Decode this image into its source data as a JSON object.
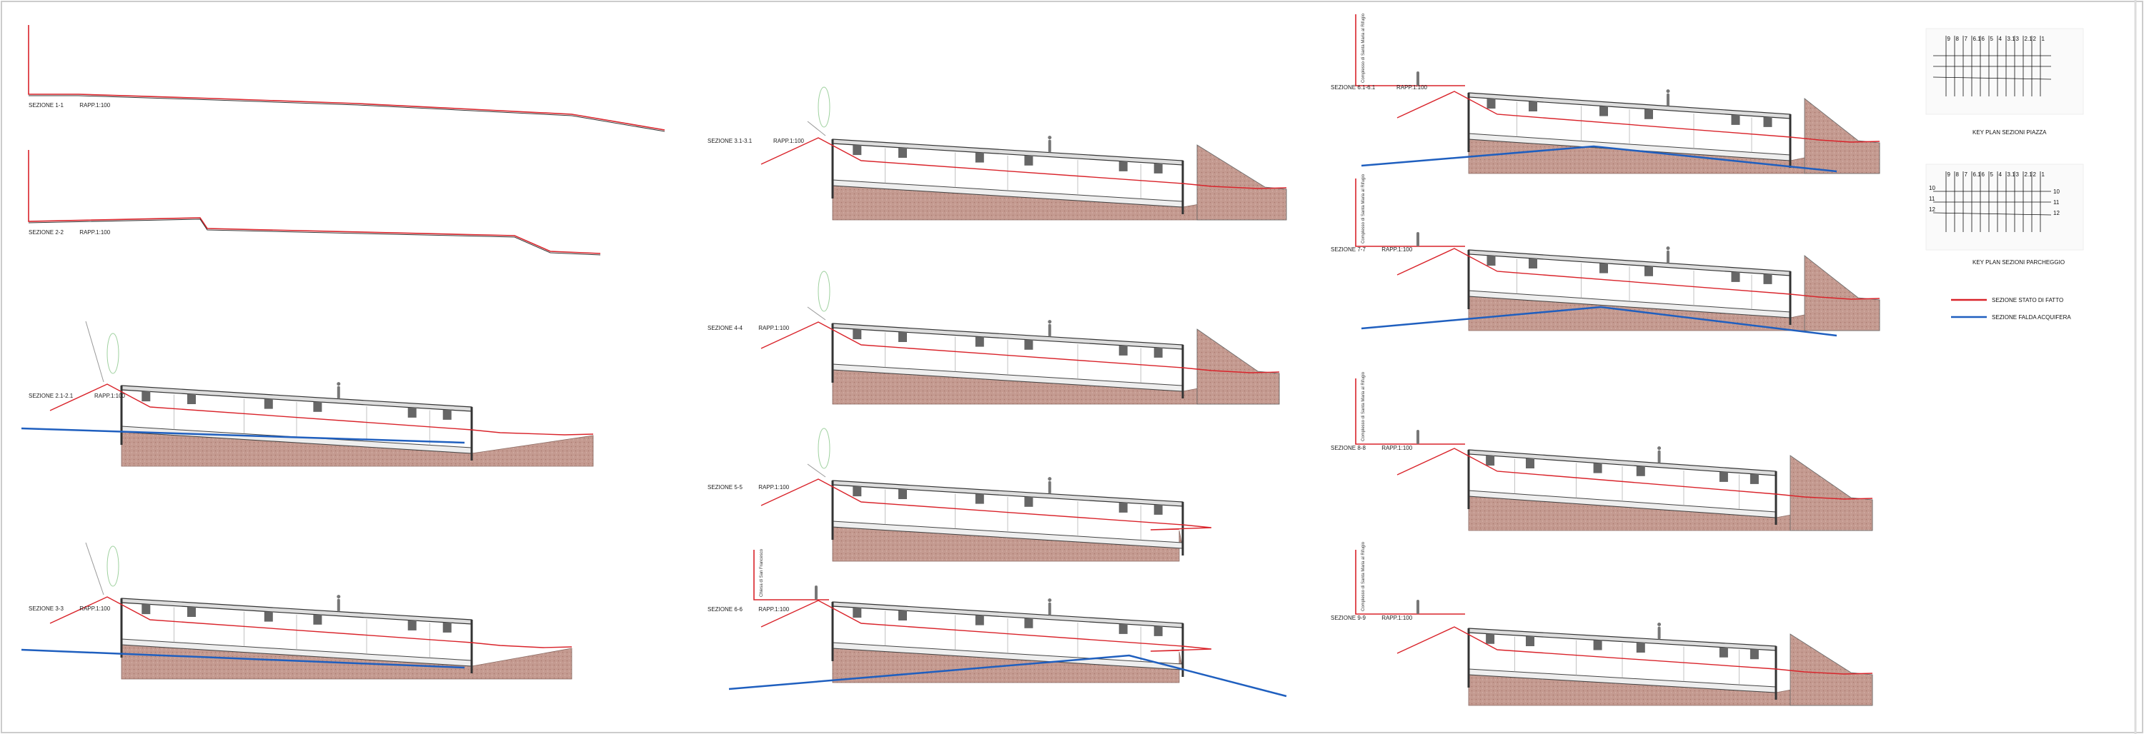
{
  "sheet": {
    "sections": [
      {
        "id": "1-1",
        "title": "SEZIONE 1-1",
        "scale": "RAPP.1:100"
      },
      {
        "id": "2-2",
        "title": "SEZIONE 2-2",
        "scale": "RAPP.1:100"
      },
      {
        "id": "2.1-2.1",
        "title": "SEZIONE 2.1-2.1",
        "scale": "RAPP.1:100"
      },
      {
        "id": "3-3",
        "title": "SEZIONE 3-3",
        "scale": "RAPP.1:100"
      },
      {
        "id": "3.1-3.1",
        "title": "SEZIONE 3.1-3.1",
        "scale": "RAPP.1:100"
      },
      {
        "id": "4-4",
        "title": "SEZIONE 4-4",
        "scale": "RAPP.1:100"
      },
      {
        "id": "5-5",
        "title": "SEZIONE 5-5",
        "scale": "RAPP.1:100"
      },
      {
        "id": "6-6",
        "title": "SEZIONE 6-6",
        "scale": "RAPP.1:100",
        "building_label": "Chiesa di San Francesco"
      },
      {
        "id": "6.1-6.1",
        "title": "SEZIONE 6.1-6.1",
        "scale": "RAPP.1:100",
        "building_label": "Complesso di Santa Maria al Rifugio"
      },
      {
        "id": "7-7",
        "title": "SEZIONE 7-7",
        "scale": "RAPP.1:100",
        "building_label": "Complesso di Santa Maria al Rifugio"
      },
      {
        "id": "8-8",
        "title": "SEZIONE 8-8",
        "scale": "RAPP.1:100",
        "building_label": "Complesso di Santa Maria al Rifugio"
      },
      {
        "id": "9-9",
        "title": "SEZIONE 9-9",
        "scale": "RAPP.1:100",
        "building_label": "Complesso di Santa Maria al Rifugio"
      }
    ],
    "key_plans": [
      {
        "title": "KEY PLAN SEZIONI PIAZZA",
        "cut_labels": [
          "1",
          "2",
          "2.1",
          "3",
          "3.1",
          "4",
          "5",
          "6",
          "6.1",
          "7",
          "8",
          "9"
        ]
      },
      {
        "title": "KEY PLAN SEZIONI PARCHEGGIO",
        "cut_labels": [
          "1",
          "2",
          "2.1",
          "3",
          "3.1",
          "4",
          "5",
          "6",
          "6.1",
          "7",
          "8",
          "9"
        ],
        "row_labels": [
          "10",
          "11",
          "12"
        ]
      }
    ],
    "legend": [
      {
        "label": "SEZIONE STATO DI FATTO",
        "color": "#d9232a"
      },
      {
        "label": "SEZIONE FALDA ACQUIFERA",
        "color": "#1f5fbf"
      }
    ],
    "colors": {
      "ground": "#b88a80",
      "structure": "#555555",
      "existing": "#d9232a",
      "aquifer": "#1f5fbf",
      "tree": "#9fd19f"
    }
  }
}
